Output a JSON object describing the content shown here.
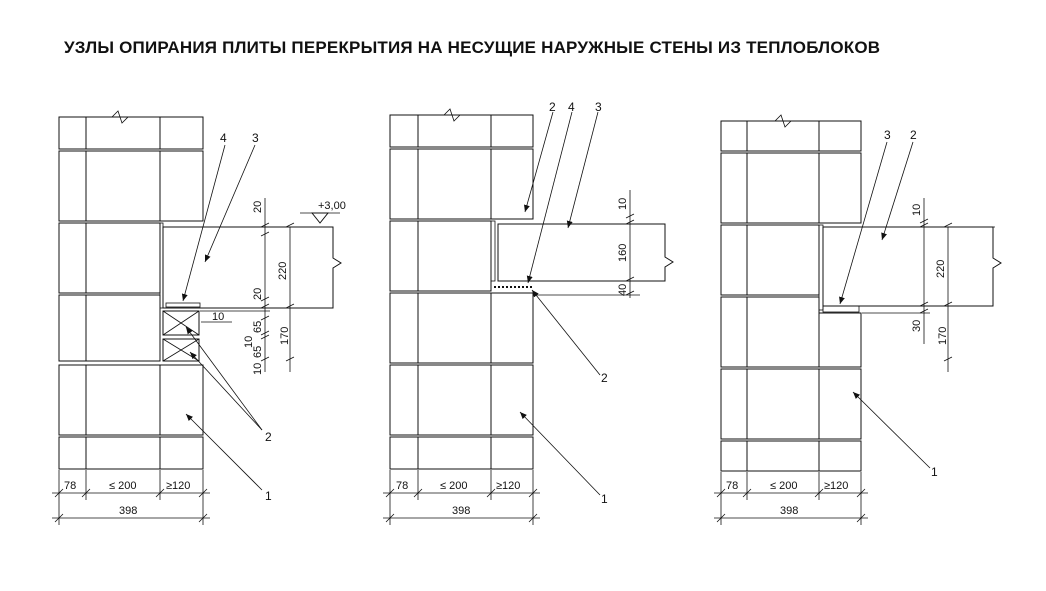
{
  "title": "УЗЛЫ ОПИРАНИЯ ПЛИТЫ ПЕРЕКРЫТИЯ НА НЕСУЩИЕ НАРУЖНЫЕ СТЕНЫ ИЗ ТЕПЛОБЛОКОВ",
  "node1": {
    "callouts": [
      "4",
      "3",
      "2",
      "1"
    ],
    "level_mark": "+3,00",
    "dims_vertical": [
      "20",
      "220",
      "20",
      "65",
      "10",
      "65",
      "10",
      "170"
    ],
    "dim_10_side": "10",
    "dims_bottom": [
      "78",
      "≤ 200",
      "≥120"
    ],
    "dim_total": "398"
  },
  "node2": {
    "callouts": [
      "2",
      "4",
      "3",
      "2",
      "1"
    ],
    "dims_vertical": [
      "10",
      "160",
      "40"
    ],
    "dims_bottom": [
      "78",
      "≤ 200",
      "≥120"
    ],
    "dim_total": "398"
  },
  "node3": {
    "callouts": [
      "3",
      "2",
      "1"
    ],
    "dims_vertical": [
      "10",
      "220",
      "30",
      "170"
    ],
    "dims_bottom": [
      "78",
      "≤ 200",
      "≥120"
    ],
    "dim_total": "398"
  }
}
